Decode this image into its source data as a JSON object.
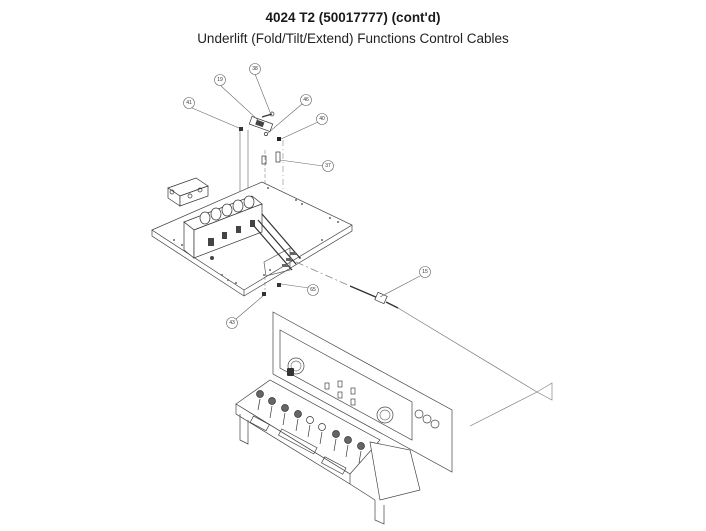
{
  "header": {
    "title": "4024 T2 (50017777) (cont'd)",
    "subtitle": "Underlift (Fold/Tilt/Extend) Functions Control Cables"
  },
  "diagram": {
    "line_color": "#555555",
    "callouts": [
      {
        "id": "38",
        "label": "38"
      },
      {
        "id": "19",
        "label": "19"
      },
      {
        "id": "41",
        "label": "41"
      },
      {
        "id": "46",
        "label": "46"
      },
      {
        "id": "40",
        "label": "40"
      },
      {
        "id": "37",
        "label": "37"
      },
      {
        "id": "15",
        "label": "15"
      },
      {
        "id": "65",
        "label": "65"
      },
      {
        "id": "43",
        "label": "43"
      }
    ],
    "components": [
      "mounting-plate",
      "valve-block",
      "control-cable",
      "control-console",
      "control-levers",
      "gauges"
    ]
  }
}
